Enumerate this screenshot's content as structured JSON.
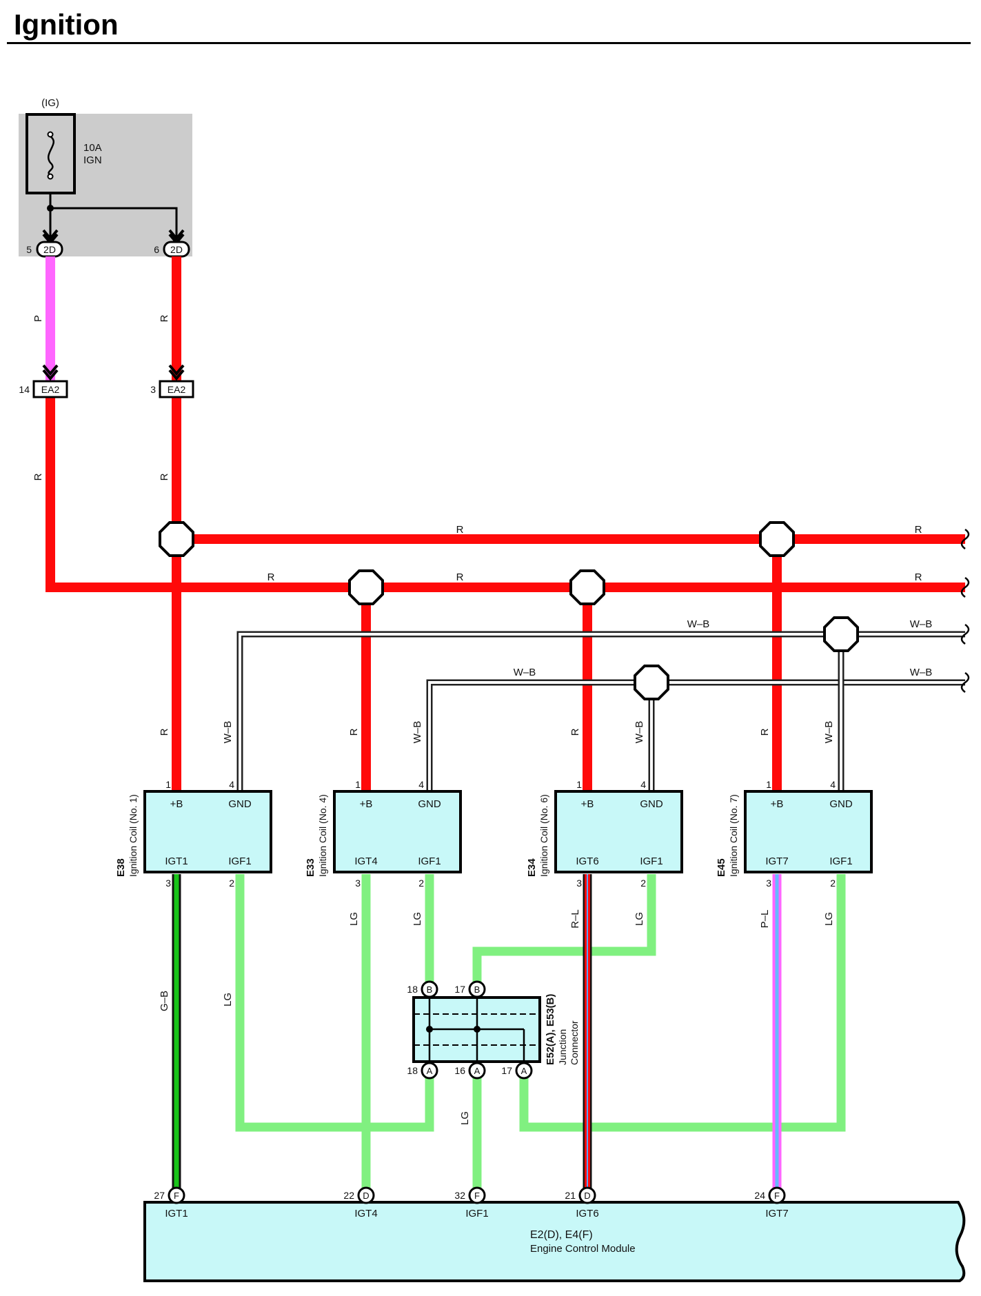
{
  "title": "Ignition",
  "colors": {
    "R": "#ff0a0a",
    "P": "#ff66ff",
    "LG": "#80f080",
    "G": "#19c419",
    "module_fill": "#c8f8f8",
    "fuse_box": "#cccccc"
  },
  "fuse": {
    "source": "(IG)",
    "rating": "10A",
    "name": "IGN"
  },
  "connectors": {
    "j2d_a": {
      "pin": "5",
      "name": "2D"
    },
    "j2d_b": {
      "pin": "6",
      "name": "2D"
    },
    "ea2_a": {
      "pin": "14",
      "name": "EA2"
    },
    "ea2_b": {
      "pin": "3",
      "name": "EA2"
    }
  },
  "wire_labels": {
    "R": "R",
    "P": "P",
    "WB": "W–B",
    "LG": "LG",
    "GB": "G–B",
    "RL": "R–L",
    "PL": "P–L"
  },
  "coils": [
    {
      "id": "E38",
      "name": "Ignition Coil (No. 1)",
      "top_left": "+B",
      "top_right": "GND",
      "bottom_left": "IGT1",
      "bottom_right": "IGF1",
      "pin_tl": "1",
      "pin_tr": "4",
      "pin_bl": "3",
      "pin_br": "2"
    },
    {
      "id": "E33",
      "name": "Ignition Coil (No. 4)",
      "top_left": "+B",
      "top_right": "GND",
      "bottom_left": "IGT4",
      "bottom_right": "IGF1",
      "pin_tl": "1",
      "pin_tr": "4",
      "pin_bl": "3",
      "pin_br": "2"
    },
    {
      "id": "E34",
      "name": "Ignition Coil (No. 6)",
      "top_left": "+B",
      "top_right": "GND",
      "bottom_left": "IGT6",
      "bottom_right": "IGF1",
      "pin_tl": "1",
      "pin_tr": "4",
      "pin_bl": "3",
      "pin_br": "2"
    },
    {
      "id": "E45",
      "name": "Ignition Coil (No. 7)",
      "top_left": "+B",
      "top_right": "GND",
      "bottom_left": "IGT7",
      "bottom_right": "IGF1",
      "pin_tl": "1",
      "pin_tr": "4",
      "pin_bl": "3",
      "pin_br": "2"
    }
  ],
  "junction": {
    "id": "E52(A), E53(B)",
    "name_line1": "Junction",
    "name_line2": "Connector",
    "pins": [
      {
        "pin": "18",
        "letter": "B"
      },
      {
        "pin": "17",
        "letter": "B"
      },
      {
        "pin": "18",
        "letter": "A"
      },
      {
        "pin": "16",
        "letter": "A"
      },
      {
        "pin": "17",
        "letter": "A"
      }
    ]
  },
  "ecm": {
    "id": "E2(D), E4(F)",
    "name": "Engine Control Module",
    "terminals": [
      {
        "pin": "27",
        "letter": "F",
        "label": "IGT1"
      },
      {
        "pin": "22",
        "letter": "D",
        "label": "IGT4"
      },
      {
        "pin": "32",
        "letter": "F",
        "label": "IGF1"
      },
      {
        "pin": "21",
        "letter": "D",
        "label": "IGT6"
      },
      {
        "pin": "24",
        "letter": "F",
        "label": "IGT7"
      }
    ]
  }
}
